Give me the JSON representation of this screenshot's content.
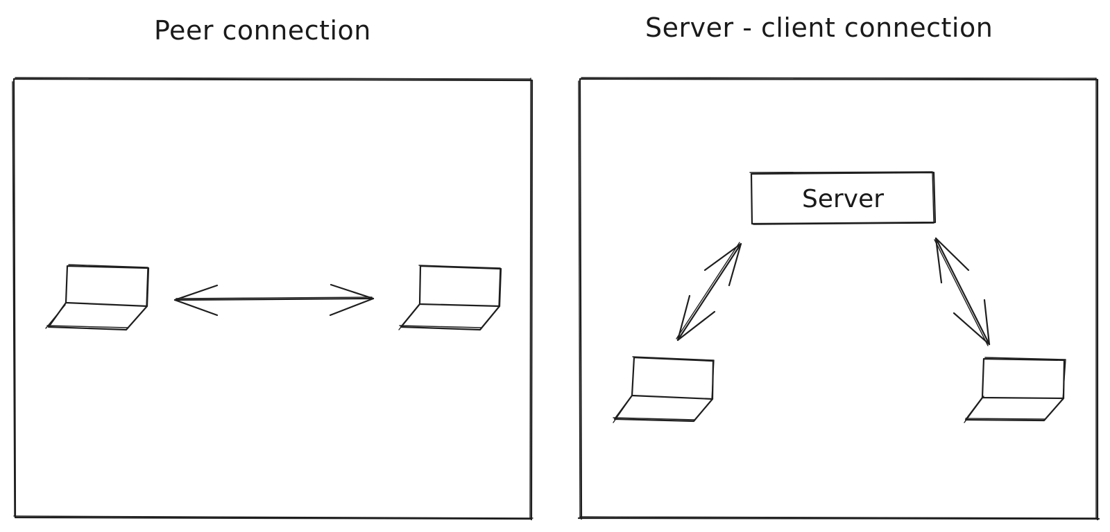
{
  "panels": {
    "peer": {
      "title": "Peer connection"
    },
    "server_client": {
      "title": "Server - client connection",
      "server_label": "Server"
    }
  },
  "colors": {
    "stroke": "#1e1e1e",
    "background": "#ffffff"
  }
}
